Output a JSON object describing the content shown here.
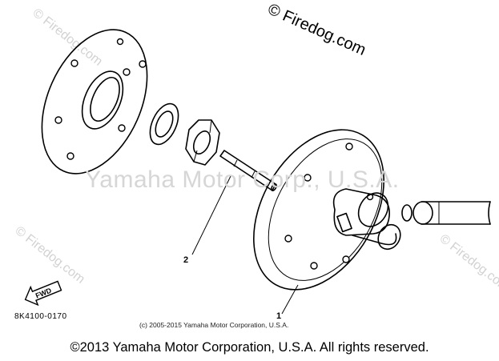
{
  "watermarks": {
    "firedog_main": "© Firedog.com",
    "firedog_faint": "© Firedog.com",
    "yamaha_center": "Yamaha Motor Corp., U.S.A."
  },
  "callouts": {
    "part_1": "1",
    "part_2": "2"
  },
  "diagram_code": "8K4100-0170",
  "fwd_label": "FWD",
  "copyright_small": "(c) 2005-2015 Yamaha Motor Corporation, U.S.A.",
  "footer_copyright": "©2013 Yamaha Motor Corporation, U.S.A. All rights reserved."
}
